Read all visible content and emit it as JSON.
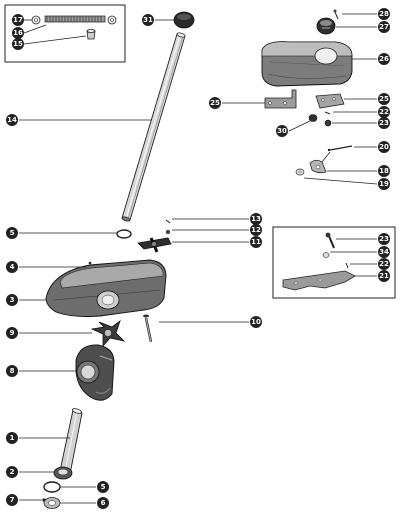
{
  "callouts": [
    {
      "id": "c17",
      "label": "17"
    },
    {
      "id": "c16",
      "label": "16"
    },
    {
      "id": "c15",
      "label": "15"
    },
    {
      "id": "c31",
      "label": "31"
    },
    {
      "id": "c28",
      "label": "28"
    },
    {
      "id": "c27",
      "label": "27"
    },
    {
      "id": "c26",
      "label": "26"
    },
    {
      "id": "c14",
      "label": "14"
    },
    {
      "id": "c25a",
      "label": "25"
    },
    {
      "id": "c25b",
      "label": "25"
    },
    {
      "id": "c22a",
      "label": "22"
    },
    {
      "id": "c23a",
      "label": "23"
    },
    {
      "id": "c30",
      "label": "30"
    },
    {
      "id": "c20",
      "label": "20"
    },
    {
      "id": "c18",
      "label": "18"
    },
    {
      "id": "c19",
      "label": "19"
    },
    {
      "id": "c13",
      "label": "13"
    },
    {
      "id": "c5a",
      "label": "5"
    },
    {
      "id": "c12",
      "label": "12"
    },
    {
      "id": "c11",
      "label": "11"
    },
    {
      "id": "c23b",
      "label": "23"
    },
    {
      "id": "c34",
      "label": "34"
    },
    {
      "id": "c22b",
      "label": "22"
    },
    {
      "id": "c21",
      "label": "21"
    },
    {
      "id": "c4",
      "label": "4"
    },
    {
      "id": "c3",
      "label": "3"
    },
    {
      "id": "c10",
      "label": "10"
    },
    {
      "id": "c9",
      "label": "9"
    },
    {
      "id": "c8",
      "label": "8"
    },
    {
      "id": "c1",
      "label": "1"
    },
    {
      "id": "c2",
      "label": "2"
    },
    {
      "id": "c5b",
      "label": "5"
    },
    {
      "id": "c7",
      "label": "7"
    },
    {
      "id": "c6",
      "label": "6"
    }
  ]
}
